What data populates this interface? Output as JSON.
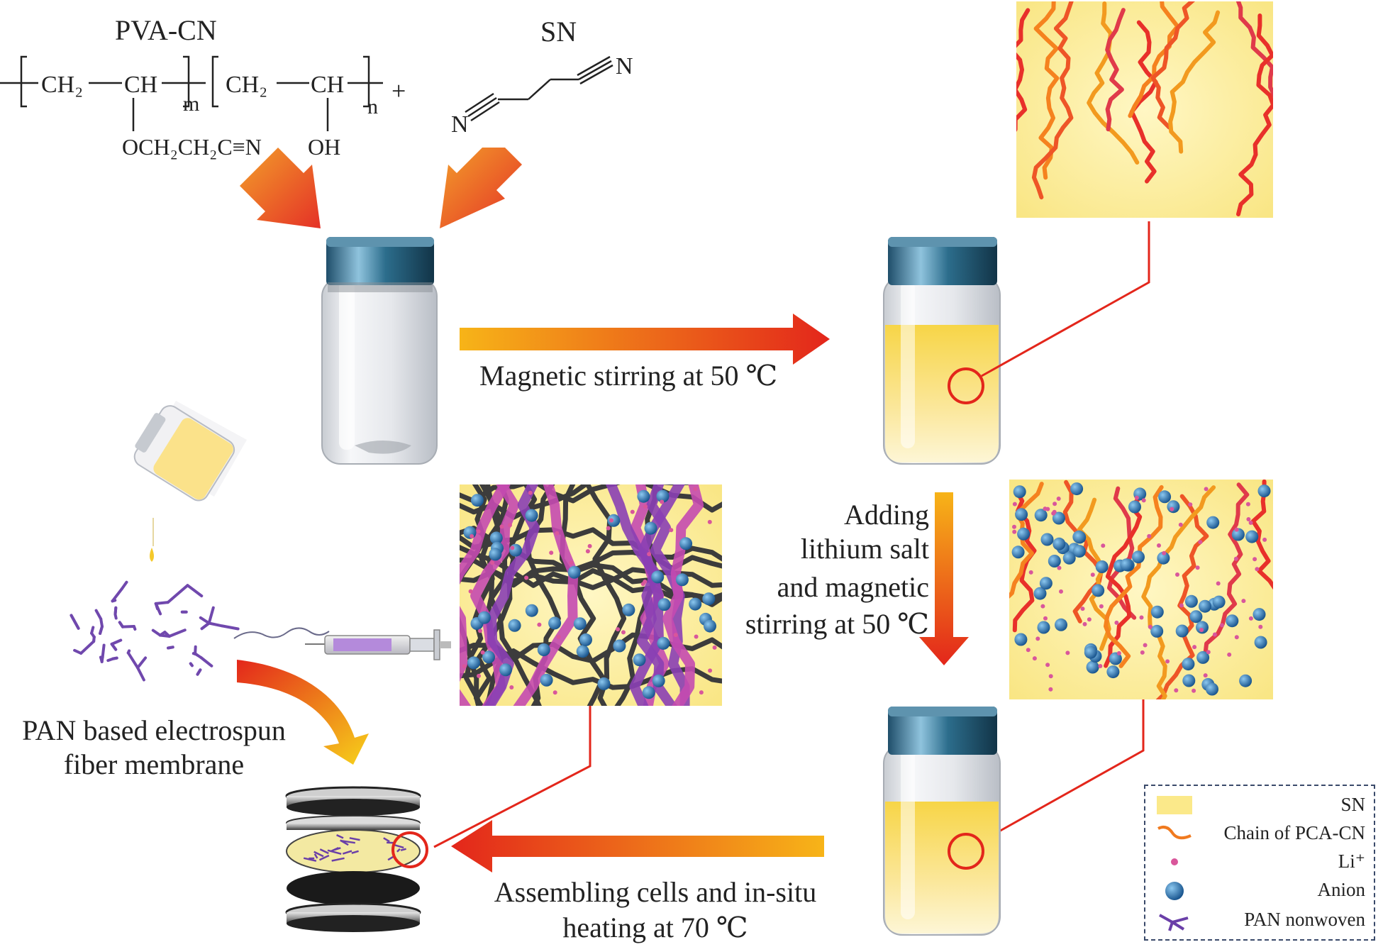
{
  "polymer_name": "PVA-CN",
  "polymer_formula": {
    "unit_a": "CH₂",
    "unit_b": "CH",
    "sub_m": "m",
    "unit_c": "CH₂",
    "unit_d": "CH",
    "sub_n": "n",
    "plus": "+",
    "side_a": "OCH₂CH₂C≡N",
    "side_b": "OH"
  },
  "sn_name": "SN",
  "sn_atoms": {
    "n_left": "N",
    "n_right": "N"
  },
  "step1_label": "Magnetic stirring at 50 ℃",
  "step2_label": [
    "Adding",
    "lithium salt",
    "and magnetic",
    "stirring at 50 ℃"
  ],
  "step3_label": [
    "Assembling cells and in-situ",
    "heating at 70 ℃"
  ],
  "membrane_label": [
    "PAN based electrospun",
    "fiber membrane"
  ],
  "legend": {
    "items": [
      {
        "label": "SN",
        "icon": "yellow-square-icon"
      },
      {
        "label": "Chain of PCA-CN",
        "icon": "red-chain-icon"
      },
      {
        "label": "Li⁺",
        "icon": "pink-dot-icon"
      },
      {
        "label": "Anion",
        "icon": "blue-sphere-icon"
      },
      {
        "label": "PAN nonwoven",
        "icon": "purple-fiber-icon"
      }
    ]
  },
  "colors": {
    "sn_yellow": "#fbe98a",
    "chain_red": "#e8302a",
    "chain_orange": "#f5821f",
    "anion_blue": "#1f6fb5",
    "li_pink": "#d9569b",
    "pan_purple": "#7a4fb0",
    "arrow_start": "#f6c21a",
    "arrow_end": "#e2261c"
  }
}
